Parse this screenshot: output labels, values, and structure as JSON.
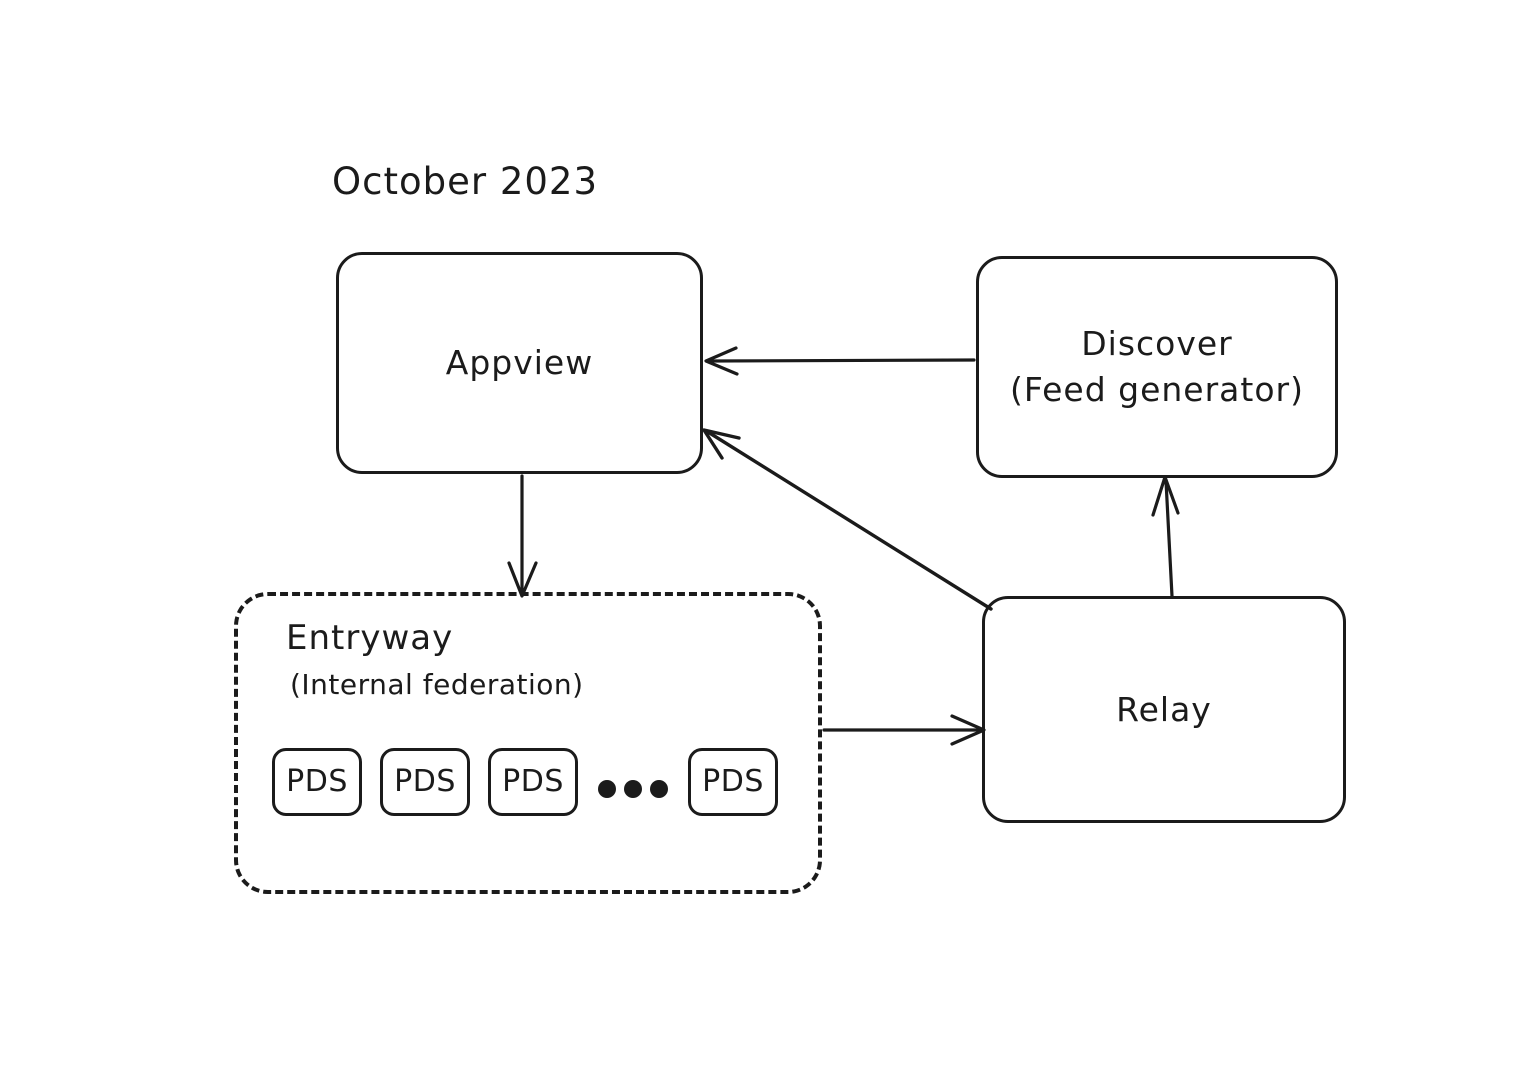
{
  "title": "October 2023",
  "nodes": {
    "appview": {
      "label": "Appview"
    },
    "discover": {
      "line1": "Discover",
      "line2": "(Feed generator)"
    },
    "relay": {
      "label": "Relay"
    },
    "entryway": {
      "title": "Entryway",
      "subtitle": "(Internal federation)",
      "pds": [
        {
          "label": "PDS"
        },
        {
          "label": "PDS"
        },
        {
          "label": "PDS"
        },
        {
          "label": "PDS"
        }
      ],
      "ellipsis_dots": 3
    }
  },
  "edges": [
    {
      "name": "discover-to-appview",
      "from": "discover",
      "to": "appview",
      "direction": "left"
    },
    {
      "name": "relay-to-appview",
      "from": "relay",
      "to": "appview",
      "direction": "up-left"
    },
    {
      "name": "appview-to-entryway",
      "from": "appview",
      "to": "entryway",
      "direction": "down"
    },
    {
      "name": "entryway-to-relay",
      "from": "entryway",
      "to": "relay",
      "direction": "right"
    },
    {
      "name": "relay-to-discover",
      "from": "relay",
      "to": "discover",
      "direction": "up"
    }
  ],
  "colors": {
    "ink": "#1b1b1b",
    "background": "#ffffff"
  }
}
